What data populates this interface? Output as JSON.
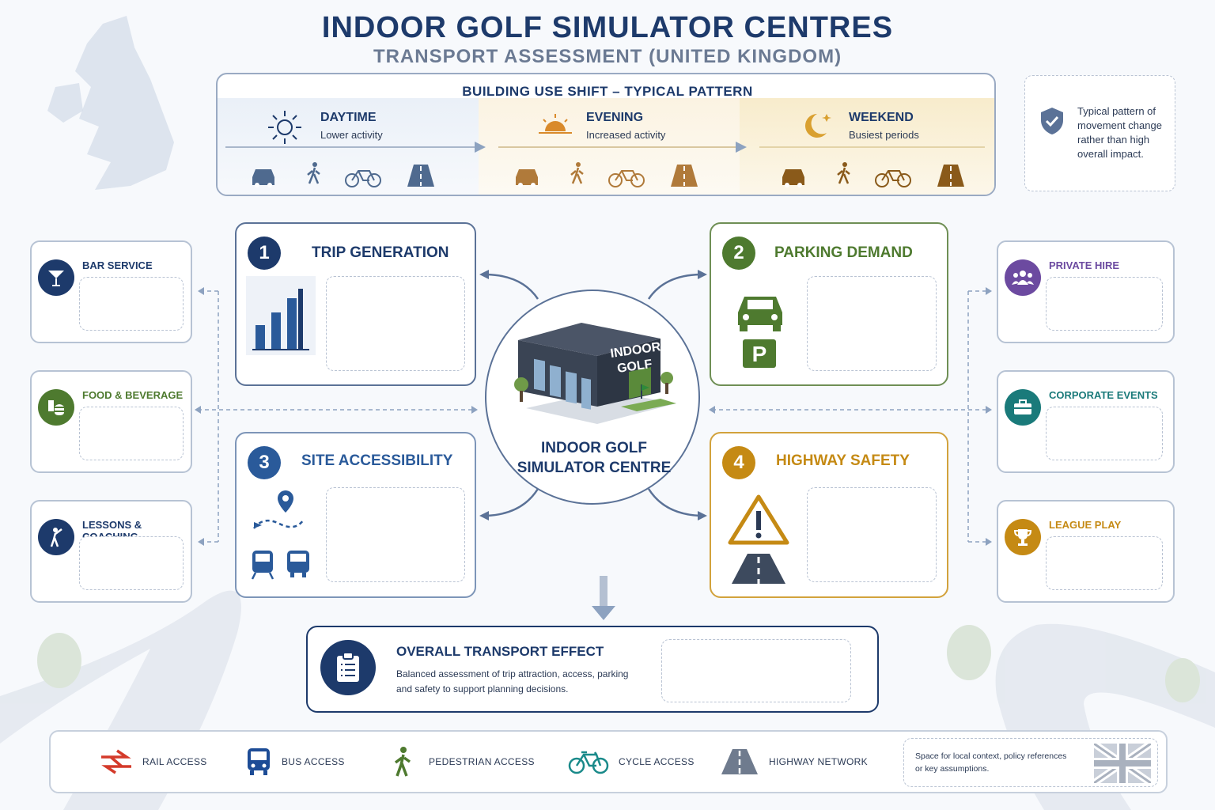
{
  "header": {
    "title": "INDOOR GOLF SIMULATOR CENTRES",
    "subtitle": "TRANSPORT ASSESSMENT (UNITED KINGDOM)"
  },
  "band": {
    "title": "BUILDING USE SHIFT – TYPICAL PATTERN",
    "phases": [
      {
        "name": "DAYTIME",
        "desc": "Lower activity"
      },
      {
        "name": "EVENING",
        "desc": "Increased activity"
      },
      {
        "name": "WEEKEND",
        "desc": "Busiest periods"
      }
    ]
  },
  "note": "Typical pattern of movement change rather than high overall impact.",
  "left_cards": [
    {
      "label": "BAR SERVICE",
      "icon": "cocktail-icon",
      "color": "#1d3a6b"
    },
    {
      "label": "FOOD & BEVERAGE",
      "icon": "burger-drink-icon",
      "color": "#4e7a2f"
    },
    {
      "label": "LESSONS & COACHING",
      "icon": "golfer-icon",
      "color": "#1d3a6b"
    }
  ],
  "right_cards": [
    {
      "label": "PRIVATE HIRE",
      "icon": "group-icon",
      "color": "#6c4aa0"
    },
    {
      "label": "CORPORATE EVENTS",
      "icon": "briefcase-icon",
      "color": "#1a7a7a"
    },
    {
      "label": "LEAGUE PLAY",
      "icon": "trophy-icon",
      "color": "#c58a14"
    }
  ],
  "factors": [
    {
      "num": "1",
      "label": "TRIP GENERATION",
      "color": "#1d3a6b"
    },
    {
      "num": "2",
      "label": "PARKING DEMAND",
      "color": "#4e7a2f"
    },
    {
      "num": "3",
      "label": "SITE ACCESSIBILITY",
      "color": "#2a5a9a"
    },
    {
      "num": "4",
      "label": "HIGHWAY SAFETY",
      "color": "#c58a14"
    }
  ],
  "center": {
    "sign": "INDOOR GOLF",
    "label_line1": "INDOOR GOLF",
    "label_line2": "SIMULATOR CENTRE"
  },
  "overall": {
    "title": "OVERALL TRANSPORT EFFECT",
    "desc_line1": "Balanced assessment of trip attraction, access, parking",
    "desc_line2": "and safety to support planning decisions."
  },
  "legend": {
    "items": [
      "RAIL ACCESS",
      "BUS ACCESS",
      "PEDESTRIAN ACCESS",
      "CYCLE ACCESS",
      "HIGHWAY NETWORK"
    ],
    "note_line1": "Space for local context, policy references",
    "note_line2": "or key assumptions."
  }
}
